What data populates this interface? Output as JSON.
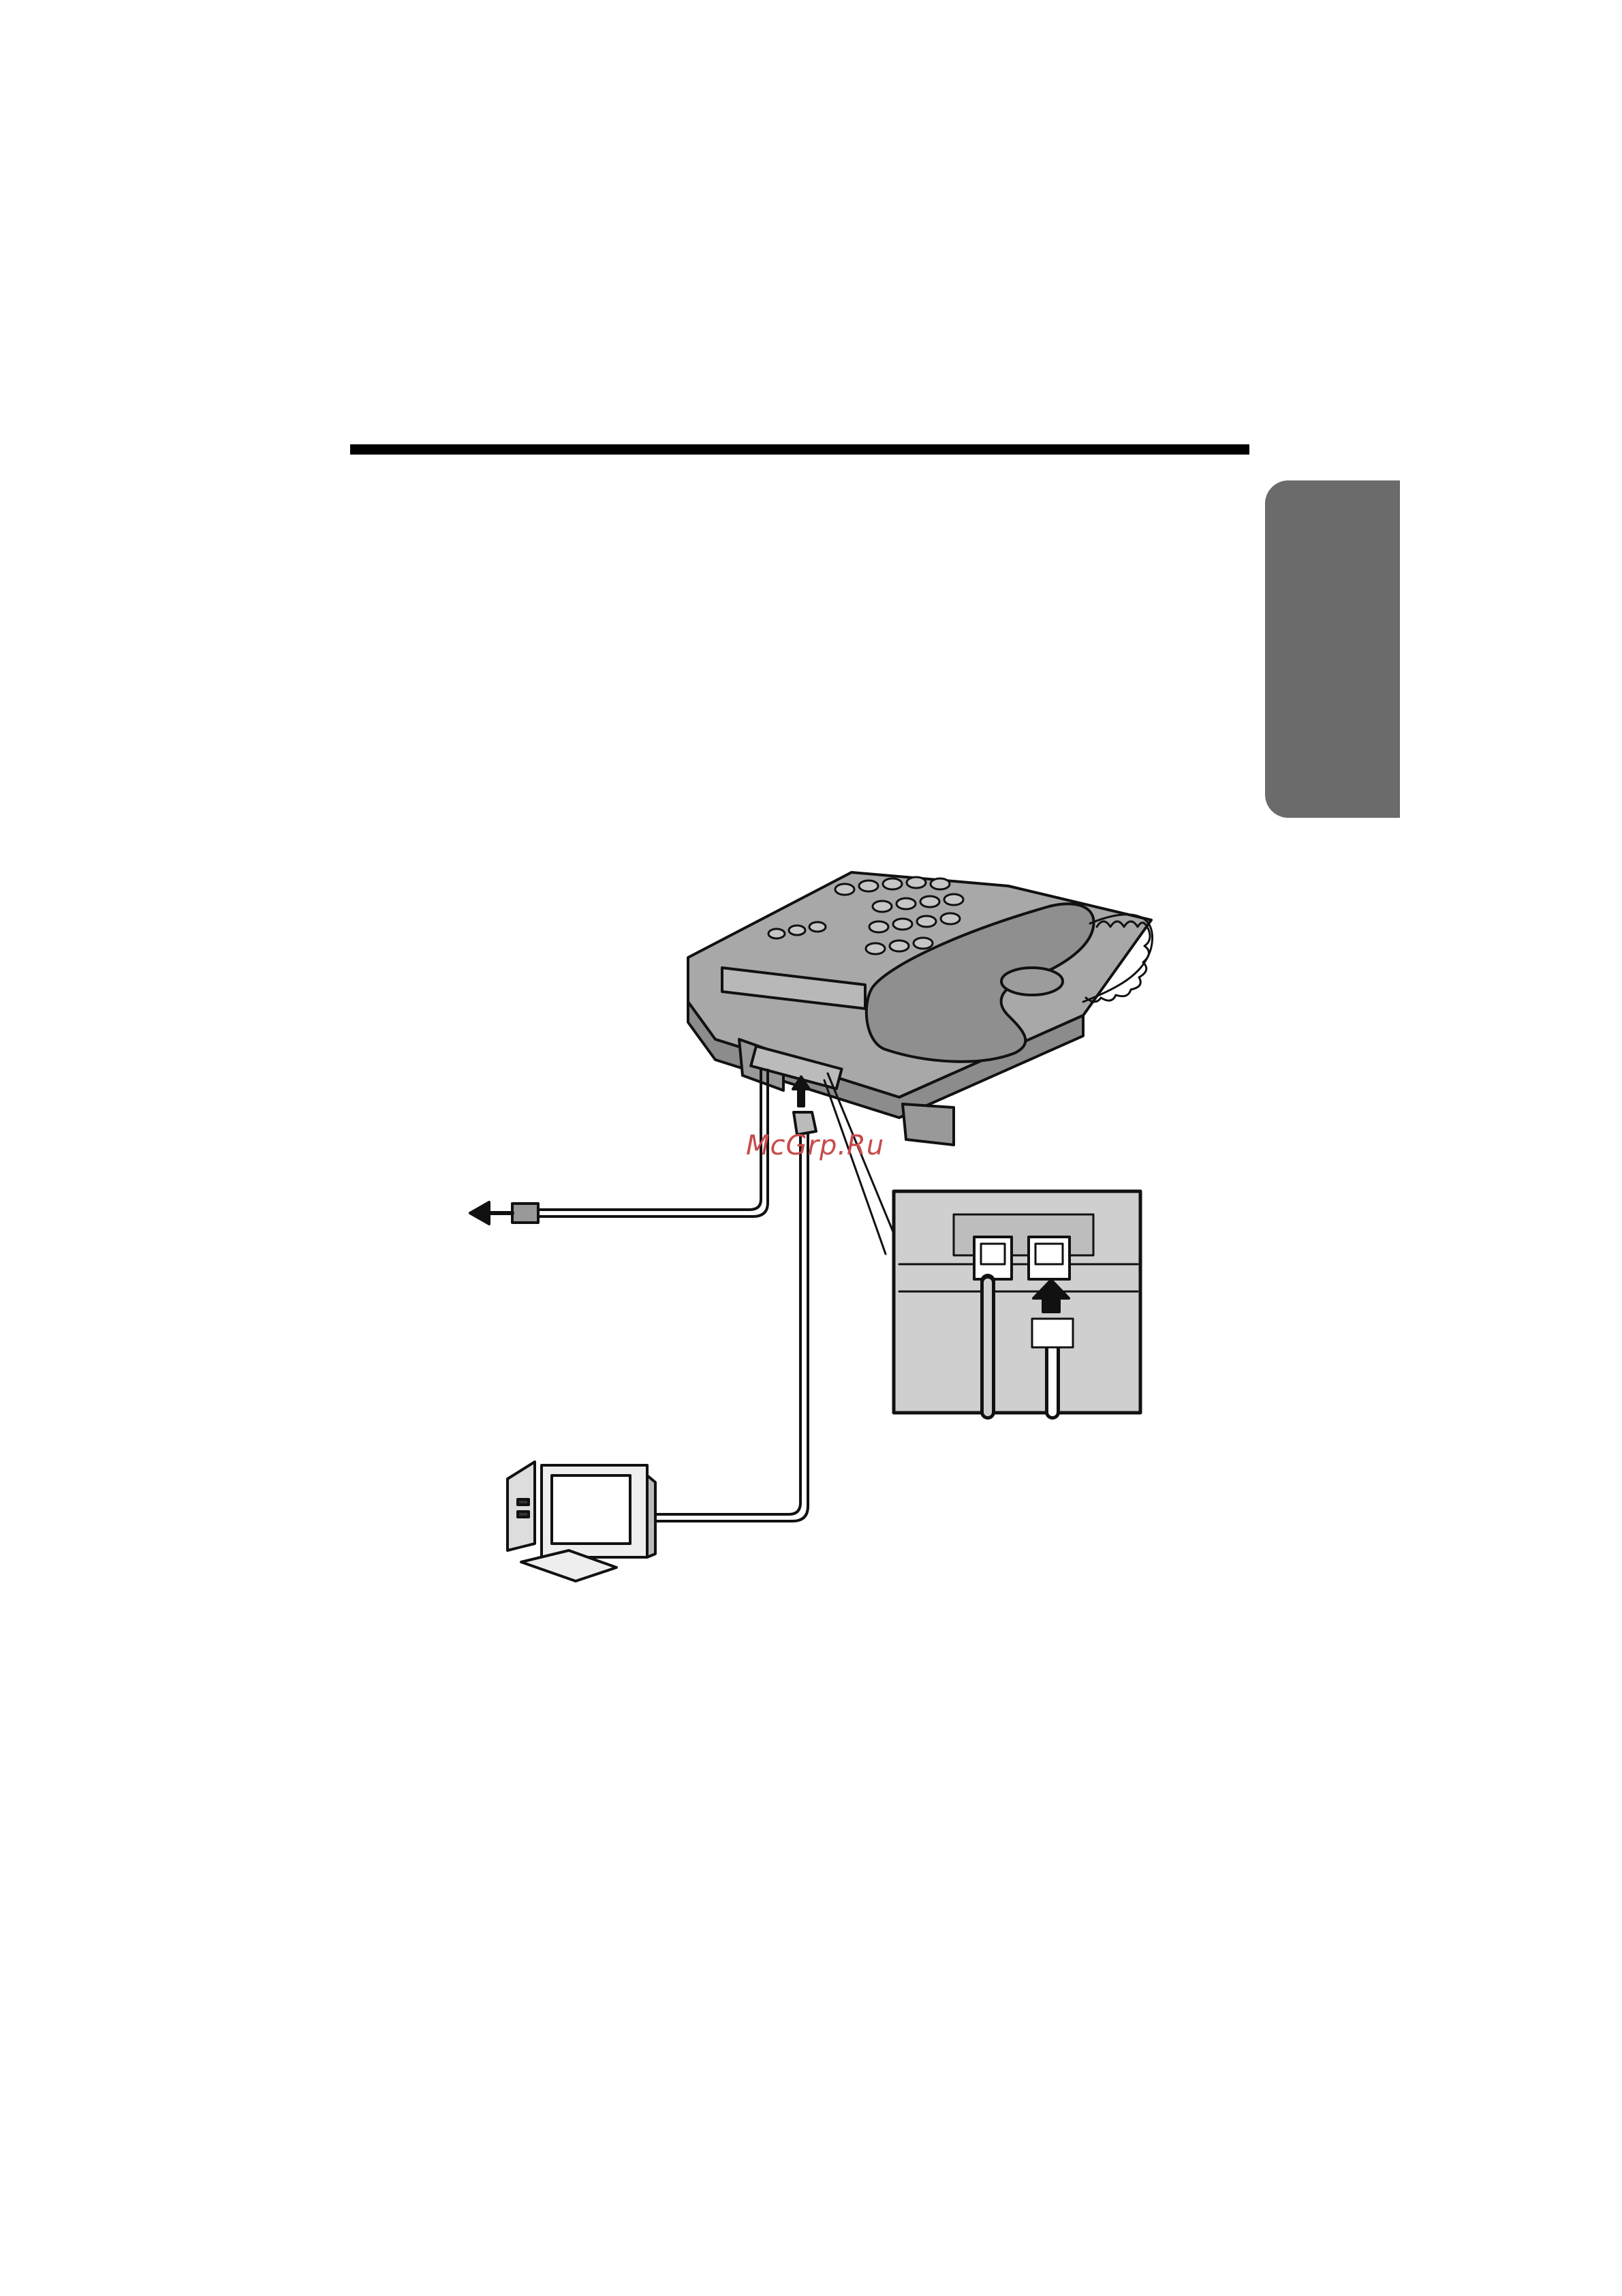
{
  "watermark": {
    "text": "McGrp.Ru"
  },
  "colors": {
    "section_tab": "#6b6b6b",
    "rule": "#000000",
    "watermark": "#c84a4a"
  },
  "figure": {
    "icons": [
      "telephone-base",
      "handset",
      "jack-detail-inset",
      "computer",
      "keyboard",
      "modular-plug"
    ]
  }
}
